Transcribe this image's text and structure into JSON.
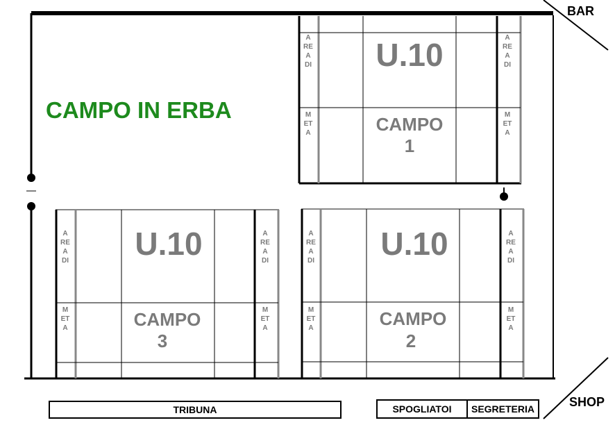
{
  "labels": {
    "bar": "BAR",
    "shop": "SHOP",
    "grass_field": "CAMPO IN ERBA",
    "tribuna": "TRIBUNA",
    "spogliatoi": "SPOGLIATOI",
    "segreteria": "SEGRETERIA"
  },
  "fields": {
    "campo1": {
      "age": "U.10",
      "name": "CAMPO",
      "number": "1",
      "goal_area_top": "AREA DI",
      "goal_area_bottom": "META"
    },
    "campo2": {
      "age": "U.10",
      "name": "CAMPO",
      "number": "2",
      "goal_area_top": "AREA DI",
      "goal_area_bottom": "META"
    },
    "campo3": {
      "age": "U.10",
      "name": "CAMPO",
      "number": "3",
      "goal_area_top": "AREA DI",
      "goal_area_bottom": "META"
    }
  },
  "colors": {
    "grass_text": "#1d8a1d",
    "field_text": "#7a7a7a",
    "line": "#000000",
    "field_line_grey": "#888888"
  }
}
